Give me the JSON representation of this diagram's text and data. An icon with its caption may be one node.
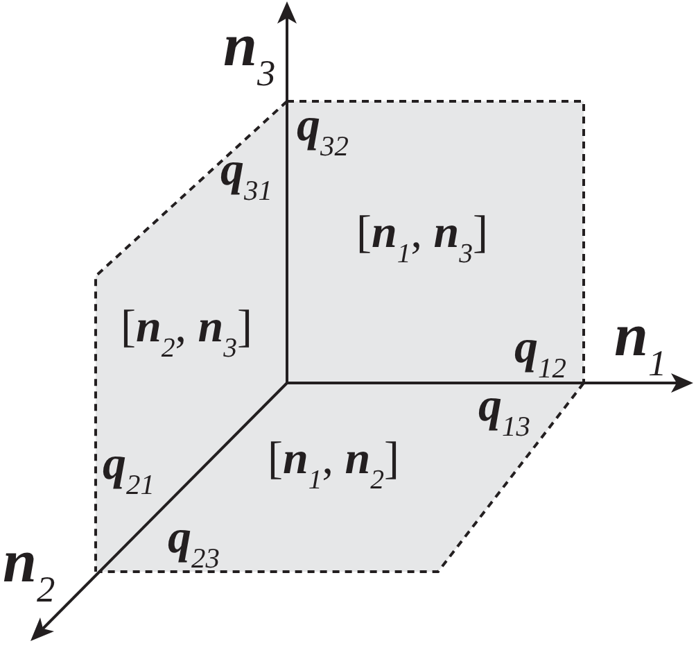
{
  "diagram": {
    "nodes": [
      {
        "text": [
          "**q**$_{32}$",
          "[**n**$_{1}$, **n**$_{3}$]",
          "**q**$_{12}$"
        ]
      },
      {
        "text": [
          "**q**$_{31}$",
          "[**n**$_{2}$, **n**$_{3}$]",
          "**q**$_{21}$"
        ]
      },
      {
        "text": [
          "**q**$_{13}$",
          "[**n**$_{1}$, **n**$_{2}$]",
          "**q**$_{23}$"
        ]
      }
    ],
    "labels": [
      "**n**$_{3}$",
      "**n**$_{1}$",
      "**n**$_{2}$"
    ]
  }
}
